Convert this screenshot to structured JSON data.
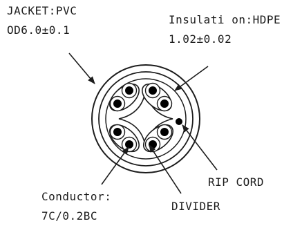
{
  "labels": {
    "jacket": "JACKET:PVC",
    "jacket_od": "OD6.0±0.1",
    "insulation": "Insulati on:HDPE",
    "insulation_thickness": "1.02±0.02",
    "rip_cord": "RIP CORD",
    "conductor": "Conductor:",
    "conductor_spec": "7C/0.2BC",
    "divider": "DIVIDER"
  },
  "colors": {
    "ink": "#1c1c1c",
    "background": "#ffffff"
  }
}
